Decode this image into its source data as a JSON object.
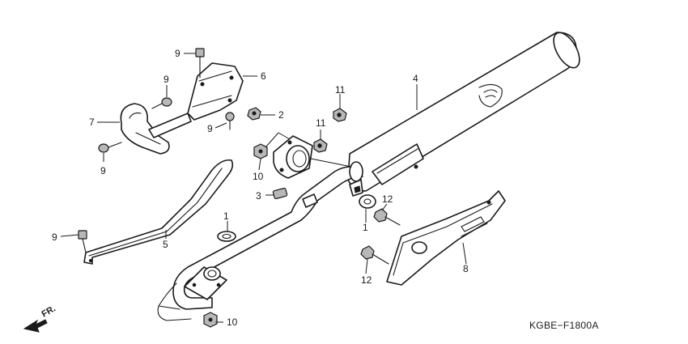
{
  "diagram_code": "KGBE−F1800A",
  "direction_label": "FR.",
  "callouts": {
    "c1_gasket": "1",
    "c1_seal": "1",
    "c2": "2",
    "c3": "3",
    "c4": "4",
    "c5": "5",
    "c6": "6",
    "c7": "7",
    "c8": "8",
    "c9_top": "9",
    "c9_bolt_upper": "9",
    "c9_bolt_mid": "9",
    "c9_left": "9",
    "c9_guard": "9",
    "c10_upper": "10",
    "c10_lower": "10",
    "c11_upper": "11",
    "c11_lower": "11",
    "c12_upper": "12",
    "c12_lower": "12"
  }
}
